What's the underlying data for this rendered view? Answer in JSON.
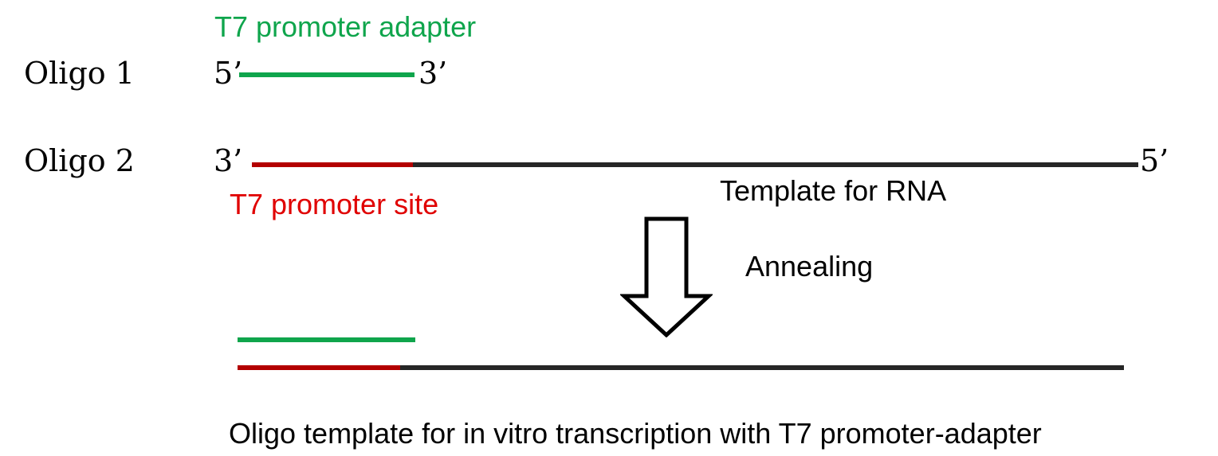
{
  "colors": {
    "adapter": "#0fa54c",
    "promoter_site": "#b30000",
    "template": "#262626",
    "adapter_label": "#0fa54c",
    "promoter_label": "#e00000",
    "text": "#000000"
  },
  "oligo1": {
    "name": "Oligo 1",
    "label_top": "T7 promoter adapter",
    "end_left": "5’",
    "end_right": "3’"
  },
  "oligo2": {
    "name": "Oligo 2",
    "end_left": "3’",
    "end_right": "5’",
    "promoter_label": "T7 promoter site",
    "template_label": "Template for RNA"
  },
  "step": {
    "label": "Annealing",
    "icon": "down-arrow-icon"
  },
  "result": {
    "caption": "Oligo template for in vitro transcription with T7 promoter-adapter"
  }
}
